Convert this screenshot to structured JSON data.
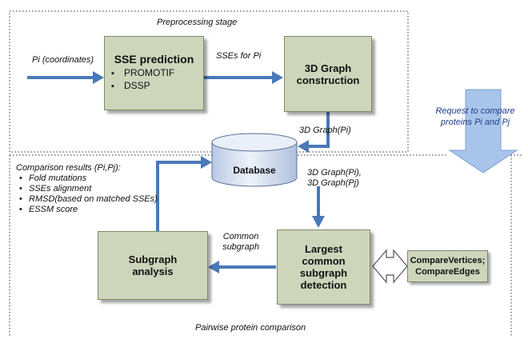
{
  "stages": {
    "preprocessing": "Preprocessing stage",
    "pairwise": "Pairwise protein comparison"
  },
  "inputs": {
    "pi_coordinates": "Pi (coordinates)",
    "request": [
      "Request to compare",
      "proteins Pi and Pj"
    ]
  },
  "boxes": {
    "sse_prediction": {
      "title": "SSE prediction",
      "tools": [
        "PROMOTIF",
        "DSSP"
      ]
    },
    "graph_construction": [
      "3D Graph",
      "construction"
    ],
    "database": "Database",
    "subgraph_analysis": [
      "Subgraph",
      "analysis"
    ],
    "lcs_detection": [
      "Largest",
      "common",
      "subgraph",
      "detection"
    ],
    "compare": [
      "CompareVertices;",
      "CompareEdges"
    ]
  },
  "edge_labels": {
    "sses_for_pi": "SSEs for Pi",
    "graph_pi": "3D Graph(Pi)",
    "graph_pair": [
      "3D Graph(Pi),",
      "3D Graph(Pj)"
    ],
    "common_subgraph": [
      "Common",
      "subgraph"
    ]
  },
  "results": {
    "title": "Comparison results (Pi,Pj):",
    "items": [
      "Fold mutations",
      "SSEs alignment",
      "RMSD(based on matched SSEs)",
      "ESSM score"
    ]
  },
  "colors": {
    "box_fill": "#cdd5bb",
    "arrow": "#4a78b8",
    "request_arrow": "#a9c4ea",
    "request_text": "#1f3f8a",
    "database_fill": "#d3dff0"
  }
}
